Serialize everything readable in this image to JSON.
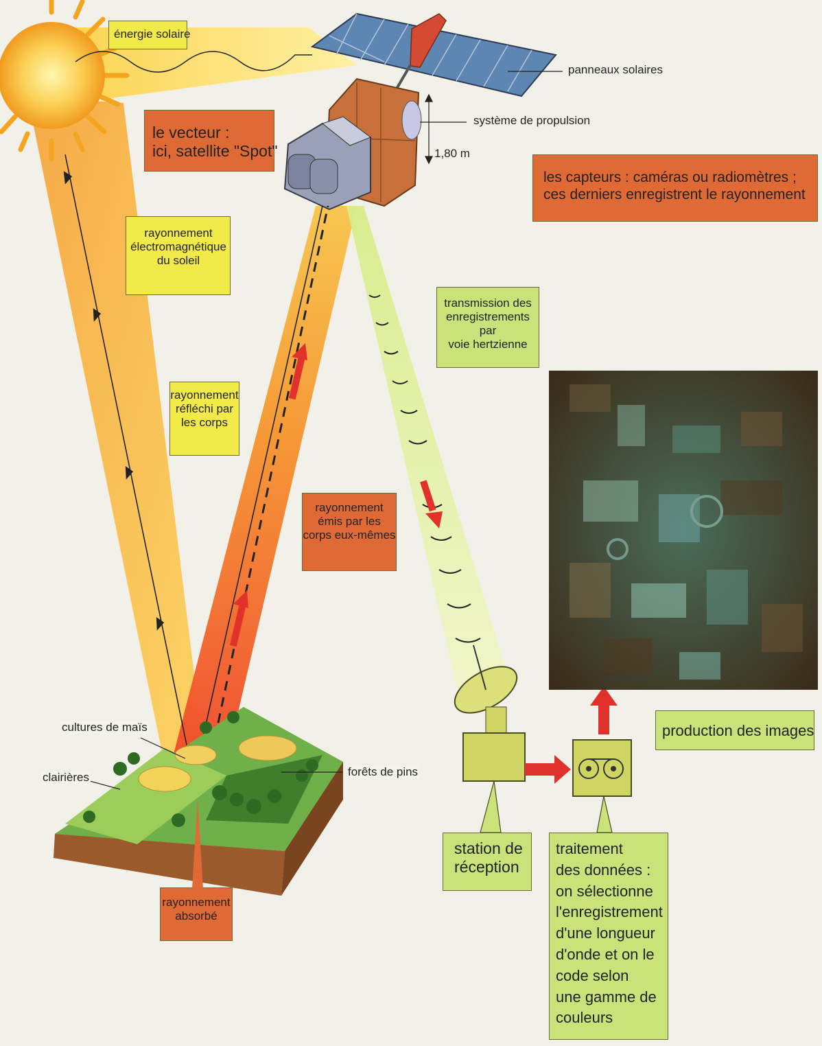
{
  "labels": {
    "energie_solaire": "énergie solaire",
    "panneaux_solaires": "panneaux solaires",
    "systeme_propulsion": "système de propulsion",
    "hauteur": "1,80 m",
    "vecteur": "le vecteur :\nici, satellite \"Spot\"",
    "capteurs": "les capteurs : caméras ou radiomètres ;\nces derniers enregistrent le rayonnement",
    "rayonnement_em": "rayonnement\nélectromagnétique\ndu soleil",
    "transmission": "transmission des\nenregistrements par\nvoie hertzienne",
    "reflechi": "rayonnement\nréfléchi par\nles corps",
    "emis": "rayonnement\némis par les\ncorps eux-mêmes",
    "cultures": "cultures de maïs",
    "clairieres": "clairières",
    "forets": "forêts de pins",
    "absorbe": "rayonnement\nabsorbé",
    "station": "station de\nréception",
    "traitement": "traitement\ndes données :\non sélectionne\nl'enregistrement\nd'une longueur\nd'onde et on le\ncode selon\nune gamme de\ncouleurs",
    "production": "production des images"
  },
  "colors": {
    "yellow_box": "#f1ea48",
    "orange_box": "#e06a36",
    "green_box": "#c9e27a",
    "sun": "#f7b52a",
    "red_arrow": "#e0322a"
  },
  "icons": {
    "satellite": "satellite-icon",
    "sun": "sun-icon",
    "dish": "satellite-dish-icon",
    "tape": "tape-recorder-icon"
  }
}
